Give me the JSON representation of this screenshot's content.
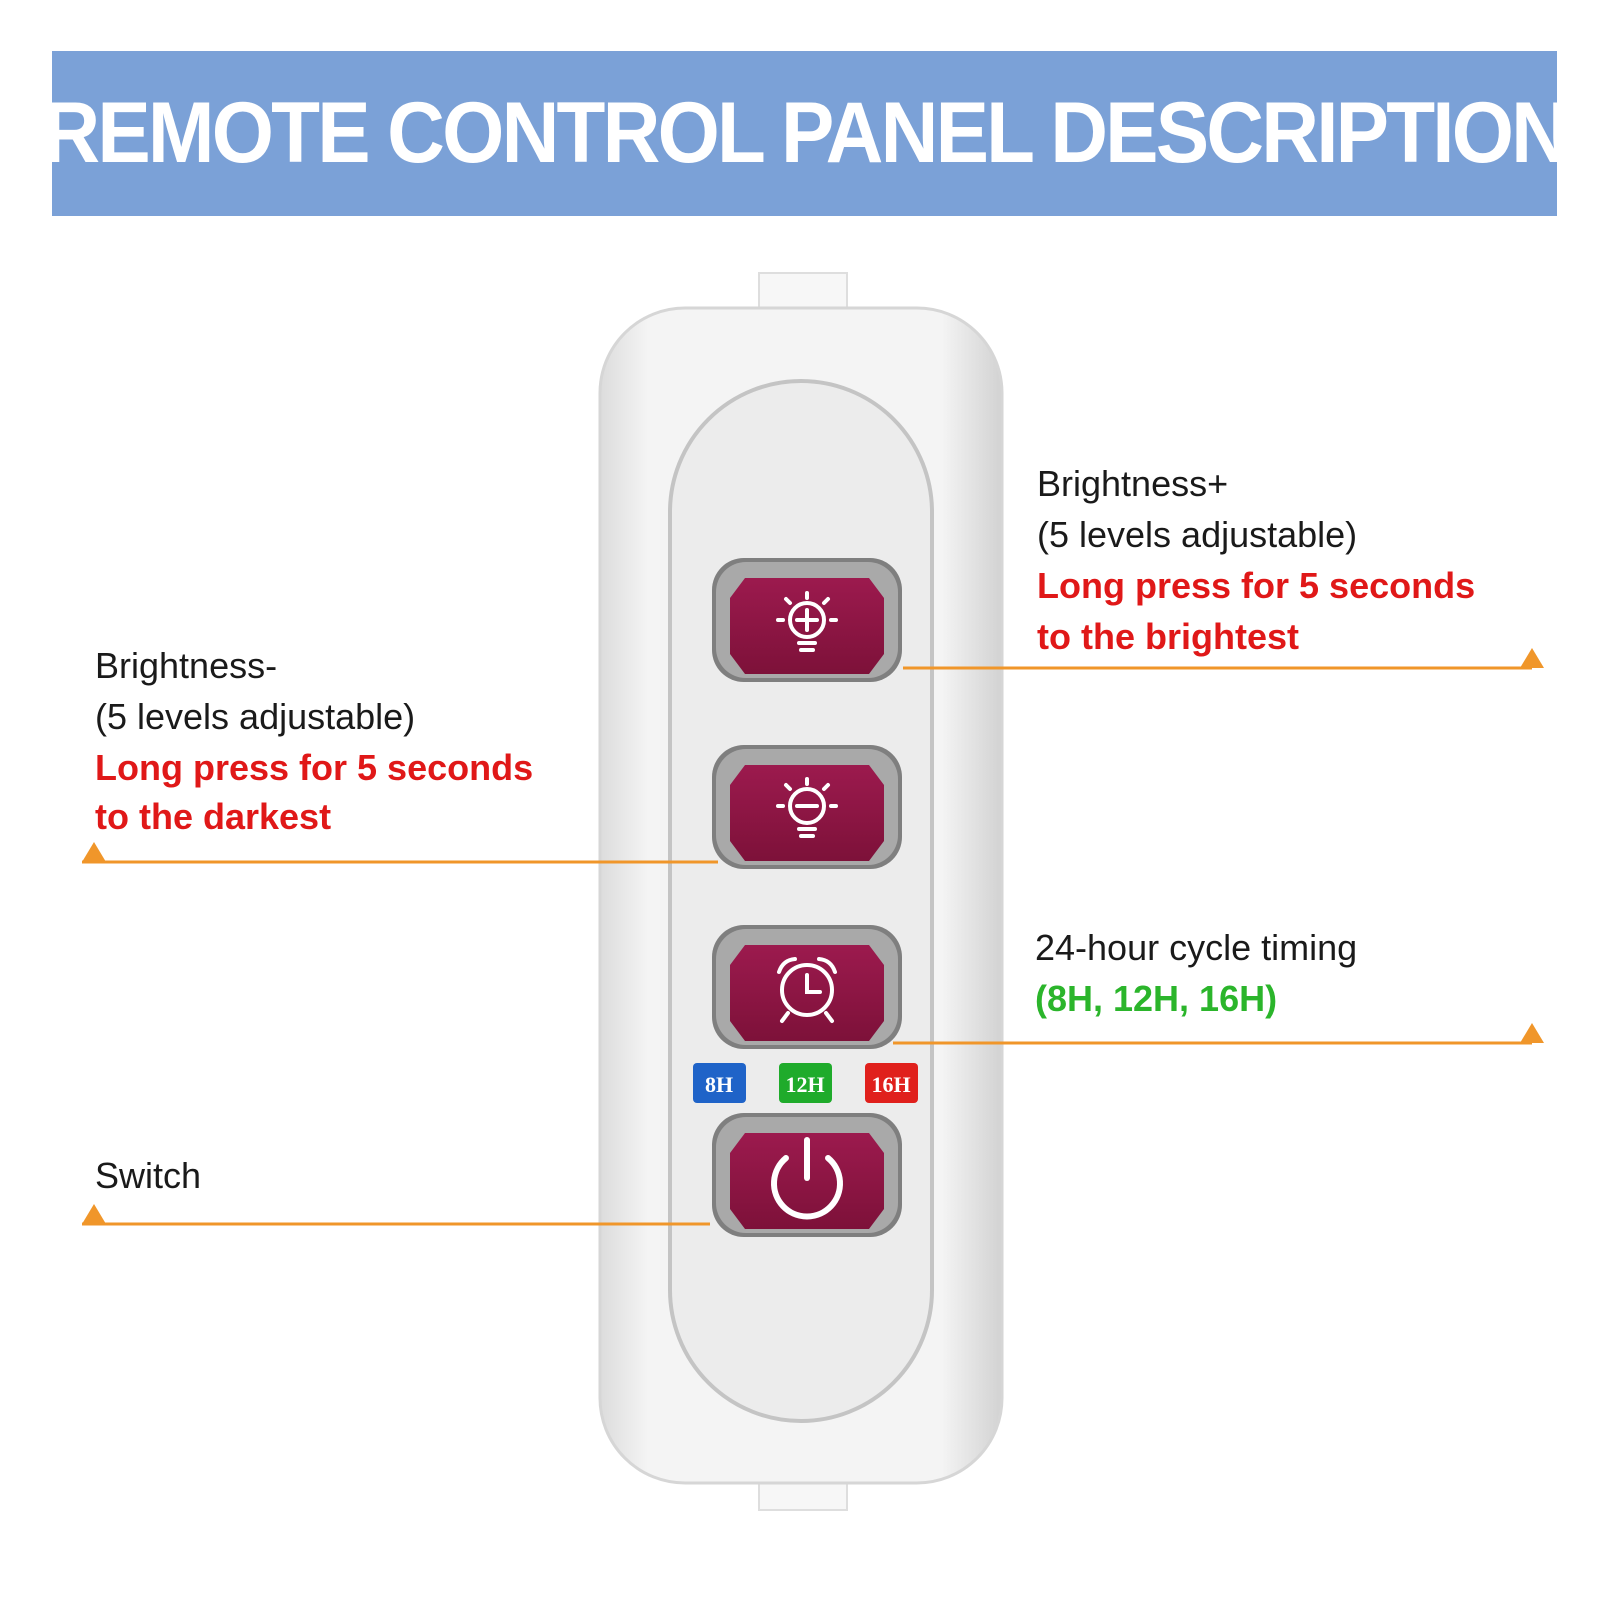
{
  "header": {
    "title": "REMOTE CONTROL PANEL DESCRIPTION"
  },
  "colors": {
    "banner": "#7ba1d7",
    "button": "#8e1545",
    "callout_line": "#f0962a",
    "note_red": "#e01818",
    "note_green": "#2bb52b"
  },
  "callouts": {
    "brightness_up": {
      "title": "Brightness+",
      "detail": "(5 levels adjustable)",
      "note_line1": "Long press for 5 seconds",
      "note_line2": "to the brightest"
    },
    "brightness_down": {
      "title": "Brightness-",
      "detail": "(5 levels adjustable)",
      "note_line1": "Long press for 5 seconds",
      "note_line2": "to the darkest"
    },
    "timer": {
      "title": "24-hour cycle timing",
      "note": "(8H, 12H, 16H)"
    },
    "switch": {
      "title": "Switch"
    }
  },
  "timer_badges": [
    {
      "label": "8H",
      "color": "#1f63c8"
    },
    {
      "label": "12H",
      "color": "#1fab2b"
    },
    {
      "label": "16H",
      "color": "#e0201c"
    }
  ],
  "buttons": [
    {
      "name": "brightness-up-button",
      "icon": "bulb-plus-icon"
    },
    {
      "name": "brightness-down-button",
      "icon": "bulb-minus-icon"
    },
    {
      "name": "timer-button",
      "icon": "alarm-clock-icon"
    },
    {
      "name": "power-button",
      "icon": "power-icon"
    }
  ]
}
